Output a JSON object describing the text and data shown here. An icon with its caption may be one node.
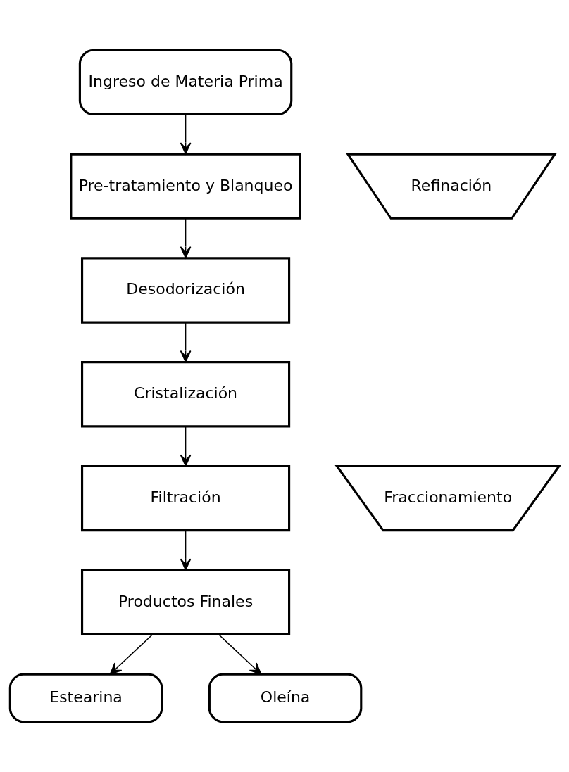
{
  "diagram": {
    "nodes": [
      {
        "text": [
          "Ingreso de Materia Prima"
        ]
      },
      {
        "text": [
          "Refinación"
        ]
      },
      {
        "text": [
          "Pre-tratamiento y Blanqueo"
        ]
      },
      {
        "text": [
          "Desodorización"
        ]
      },
      {
        "text": [
          "Fraccionamiento"
        ]
      },
      {
        "text": [
          "Cristalización"
        ]
      },
      {
        "text": [
          "Filtración"
        ]
      },
      {
        "text": [
          "Productos Finales"
        ]
      },
      {
        "text": [
          "Estearina"
        ]
      },
      {
        "text": [
          "Oleína"
        ]
      }
    ],
    "edges": [
      {
        "from": 0,
        "to": 2,
        "arrow": "to"
      },
      {
        "from": 2,
        "to": 3,
        "arrow": "to"
      },
      {
        "from": 3,
        "to": 5,
        "arrow": "to"
      },
      {
        "from": 5,
        "to": 6,
        "arrow": "to"
      },
      {
        "from": 6,
        "to": 7,
        "arrow": "to"
      },
      {
        "from": 7,
        "to": 8,
        "arrow": "to"
      },
      {
        "from": 7,
        "to": 9,
        "arrow": "to"
      }
    ]
  }
}
